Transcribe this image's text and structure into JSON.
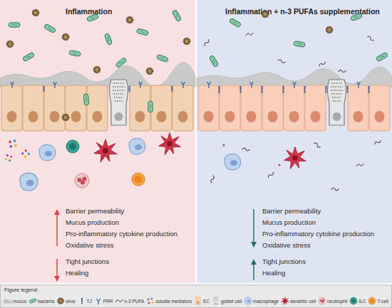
{
  "diagram": {
    "nodes": [
      {
        "text": [
          "Inflammation",
          "Barrier permeability",
          "Mucus production",
          "Pro-inflammatory cytokine production",
          "Oxidative stress",
          "Tight junctions",
          "Healing"
        ]
      },
      {
        "text": [
          "Inflammation + n-3 PUFAs supplementation",
          "Barrier permeability",
          "Mucus production",
          "Pro-inflammatory cytokine production",
          "Oxidative stress",
          "Tight junctions",
          "Healing"
        ]
      },
      {
        "text": [
          "Figure legend:"
        ]
      }
    ],
    "legend": [
      {
        "text": "mucus"
      },
      {
        "text": "bacteria"
      },
      {
        "text": "virus"
      },
      {
        "text": "TJ"
      },
      {
        "text": "PRR"
      },
      {
        "text": "n-3 PUFA"
      },
      {
        "text": "soluble mediators"
      },
      {
        "text": "EC"
      },
      {
        "text": "goblet cell"
      },
      {
        "text": "macrophage"
      },
      {
        "text": "dendritic cell"
      },
      {
        "text": "neutrophil"
      },
      {
        "text": "ILC"
      },
      {
        "text": "T-cell"
      }
    ]
  }
}
